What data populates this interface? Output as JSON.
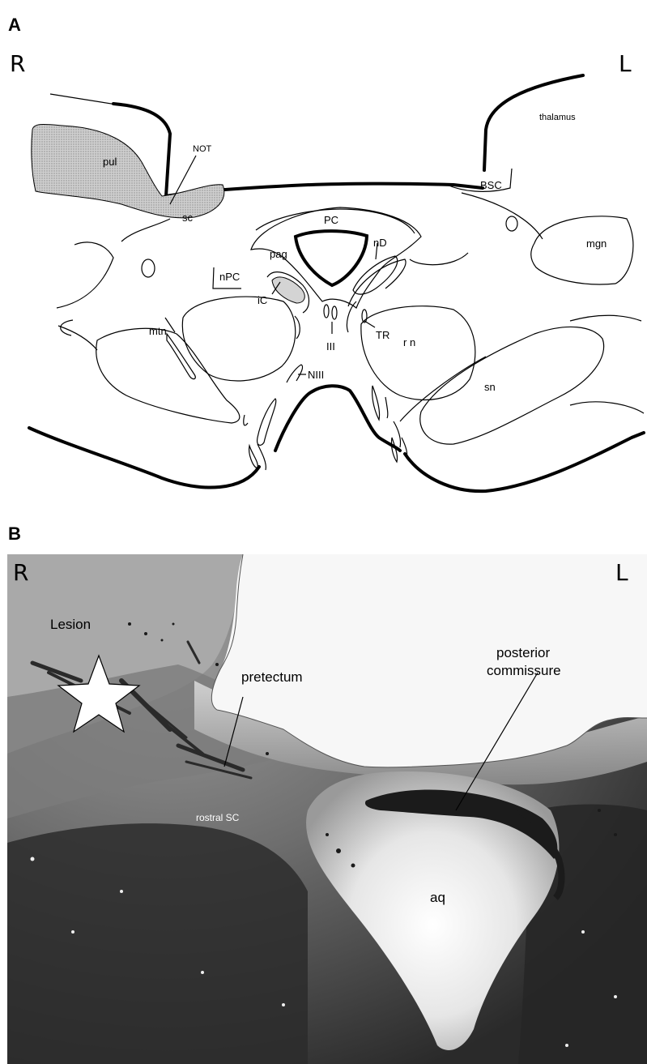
{
  "panel_a": {
    "letter": "A",
    "side_right": "R",
    "side_left": "L",
    "labels": {
      "thalamus": "thalamus",
      "pul": "pul",
      "not": "NOT",
      "sc": "sc",
      "bsc": "BSC",
      "pc": "PC",
      "pag": "pag",
      "nd": "nD",
      "mgn": "mgn",
      "npc": "nPC",
      "ic": "iC",
      "mtn": "mtn",
      "iii": "III",
      "tr": "TR",
      "rn": "r n",
      "niii": "NIII",
      "sn": "sn"
    }
  },
  "panel_b": {
    "letter": "B",
    "side_right": "R",
    "side_left": "L",
    "labels": {
      "lesion": "Lesion",
      "pretectum": "pretectum",
      "posterior_commissure_1": "posterior",
      "posterior_commissure_2": "commissure",
      "rostral_sc": "rostral SC",
      "aq": "aq"
    }
  }
}
